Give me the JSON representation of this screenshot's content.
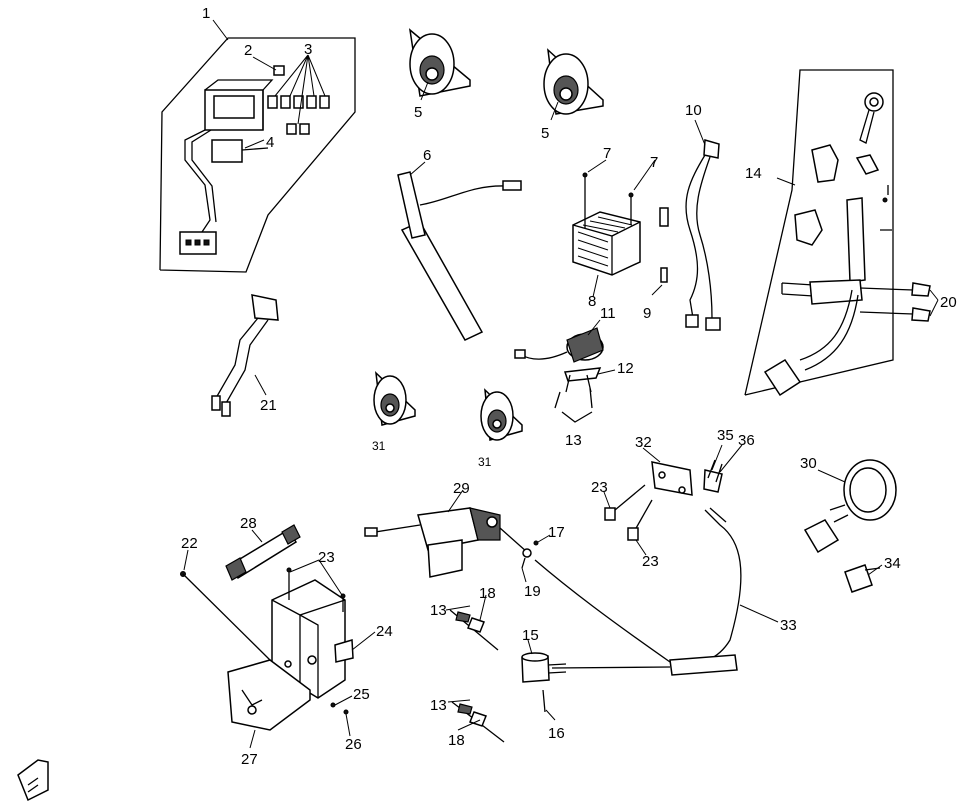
{
  "callouts": [
    "1",
    "2",
    "3",
    "4",
    "5",
    "5",
    "6",
    "7",
    "7",
    "8",
    "9",
    "10",
    "11",
    "12",
    "13",
    "14",
    "20",
    "21",
    "31",
    "31",
    "22",
    "23",
    "24",
    "25",
    "26",
    "27",
    "28",
    "29",
    "32",
    "23",
    "23",
    "35",
    "36",
    "17",
    "19",
    "18",
    "13",
    "15",
    "16",
    "13",
    "18",
    "30",
    "34",
    "33"
  ]
}
